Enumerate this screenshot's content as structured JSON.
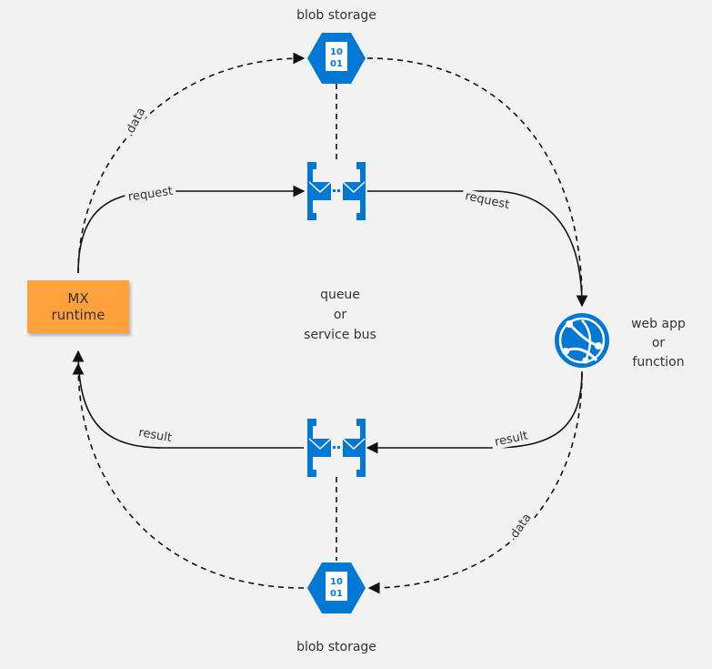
{
  "nodes": {
    "mx_runtime": {
      "line1": "MX",
      "line2": "runtime",
      "color": "#ffa13d"
    },
    "blob_top": {
      "label": "blob storage",
      "icon": "blob-storage-icon",
      "icon_text_1": "10",
      "icon_text_2": "01"
    },
    "blob_bottom": {
      "label": "blob storage",
      "icon": "blob-storage-icon",
      "icon_text_1": "10",
      "icon_text_2": "01"
    },
    "queue_top": {
      "icon": "queue-icon"
    },
    "queue_bottom": {
      "icon": "queue-icon"
    },
    "queue_label": {
      "line1": "queue",
      "line2": "or",
      "line3": "service bus"
    },
    "web_app": {
      "line1": "web app",
      "line2": "or",
      "line3": "function",
      "icon": "web-app-globe-icon"
    }
  },
  "edges": {
    "data_top": ".data",
    "request_left": "request",
    "request_right": "request",
    "result_left": "result",
    "result_right": "result",
    "data_bottom": "data"
  },
  "colors": {
    "azure_blue": "#0078d4",
    "sticky_orange": "#ffa13d",
    "background": "#f2f2f2",
    "line": "#111111"
  }
}
